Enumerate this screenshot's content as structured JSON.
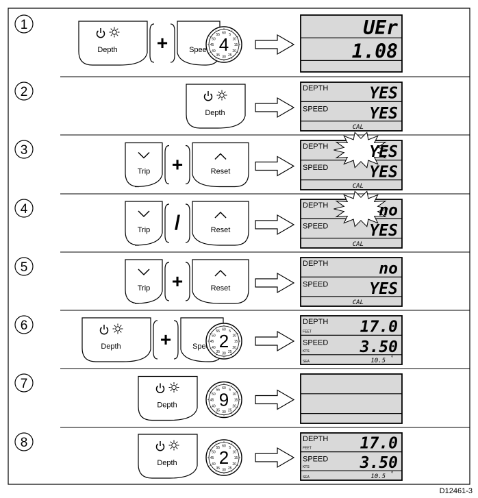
{
  "figure_id": "D12461-3",
  "steps": [
    {
      "number": "1",
      "buttons": [
        "Depth",
        "Speed"
      ],
      "operator": "+",
      "timer": "4",
      "display": {
        "row1_label": "",
        "row1_value": "UEr",
        "row2_label": "",
        "row2_value": "1.08",
        "row3": ""
      }
    },
    {
      "number": "2",
      "buttons": [
        "Depth"
      ],
      "operator": "",
      "timer": "",
      "display": {
        "row1_label": "DEPTH",
        "row1_value": "YES",
        "row2_label": "SPEED",
        "row2_value": "YES",
        "row3": "CAL"
      }
    },
    {
      "number": "3",
      "buttons": [
        "Trip",
        "Reset"
      ],
      "operator": "+",
      "timer": "",
      "display": {
        "row1_label": "DEPTH",
        "row1_value": "YES",
        "row2_label": "SPEED",
        "row2_value": "YES",
        "row3": "CAL",
        "flash": "row1"
      }
    },
    {
      "number": "4",
      "buttons": [
        "Trip",
        "Reset"
      ],
      "operator": "/",
      "timer": "",
      "display": {
        "row1_label": "DEPTH",
        "row1_value": "no",
        "row2_label": "SPEED",
        "row2_value": "YES",
        "row3": "CAL",
        "flash": "row1"
      }
    },
    {
      "number": "5",
      "buttons": [
        "Trip",
        "Reset"
      ],
      "operator": "+",
      "timer": "",
      "display": {
        "row1_label": "DEPTH",
        "row1_value": "no",
        "row2_label": "SPEED",
        "row2_value": "YES",
        "row3": "CAL"
      }
    },
    {
      "number": "6",
      "buttons": [
        "Depth",
        "Speed"
      ],
      "operator": "+",
      "timer": "2",
      "display": {
        "row1_label": "DEPTH",
        "row1_value": "17.0",
        "row1_unit": "FEET",
        "row2_label": "SPEED",
        "row2_value": "3.50",
        "row2_unit": "KTS",
        "row3_label": "SEA",
        "row3": "10.5",
        "row3_unit": "°"
      }
    },
    {
      "number": "7",
      "buttons": [
        "Depth"
      ],
      "operator": "",
      "timer": "9",
      "display": {
        "row1_label": "",
        "row1_value": "",
        "row2_label": "",
        "row2_value": "",
        "row3": ""
      }
    },
    {
      "number": "8",
      "buttons": [
        "Depth"
      ],
      "operator": "",
      "timer": "2",
      "display": {
        "row1_label": "DEPTH",
        "row1_value": "17.0",
        "row1_unit": "FEET",
        "row2_label": "SPEED",
        "row2_value": "3.50",
        "row2_unit": "KTS",
        "row3_label": "SEA",
        "row3": "10.5",
        "row3_unit": "°"
      }
    }
  ],
  "dial_marks": [
    "60",
    "5",
    "10",
    "15",
    "20",
    "25",
    "30",
    "35",
    "40",
    "45",
    "50",
    "55"
  ],
  "colors": {
    "display_bg": "#d9d9d9",
    "stroke": "#000000",
    "page_bg": "#ffffff"
  },
  "icons": {
    "power": "power-icon",
    "backlight": "sun-icon",
    "down": "chevron-down-icon",
    "up": "chevron-up-icon",
    "arrow": "right-arrow-icon"
  }
}
